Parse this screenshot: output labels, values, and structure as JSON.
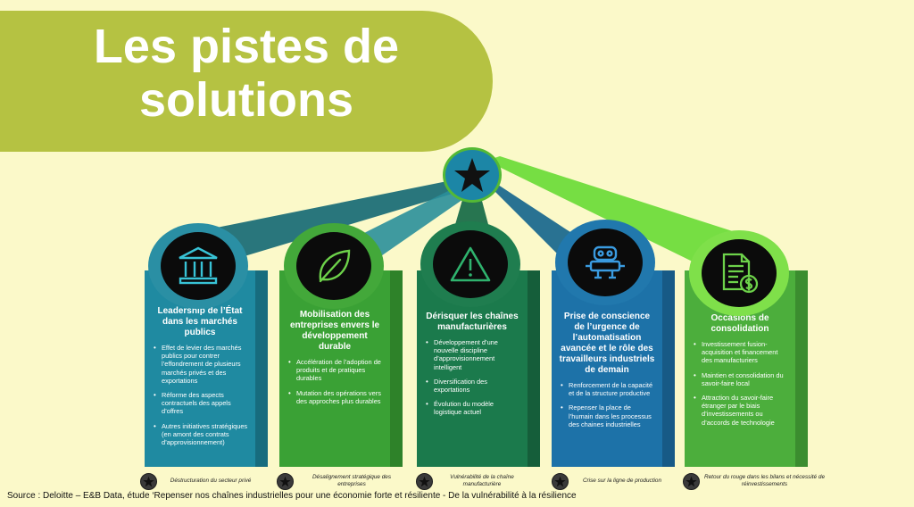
{
  "title": {
    "line1": "Les pistes de",
    "line2": "solutions"
  },
  "colors": {
    "background": "#fbf9c9",
    "banner": "#b5c242",
    "col1": "#1f8aa1",
    "col2": "#3aa135",
    "col3": "#1b7a4c",
    "col4": "#1d72a8",
    "col5": "#4cae3c"
  },
  "columns": [
    {
      "icon": "bank-building-icon",
      "heading": "Leadership de l’État dans les marchés publics",
      "bullets": [
        "Effet de levier des marchés publics pour contrer l’effondrement de plusieurs marchés privés et des exportations",
        "Réforme des aspects contractuels des appels d’offres",
        "Autres initiatives stratégiques (en amont des contrats d’approvisionnement)"
      ],
      "footer": "Déstructuration du secteur privé"
    },
    {
      "icon": "leaf-icon",
      "heading": "Mobilisation des entreprises envers le développement durable",
      "bullets": [
        "Accélération de l’adoption de produits et de pratiques durables",
        "Mutation des opérations vers des approches plus durables"
      ],
      "footer": "Désalignement stratégique des entreprises"
    },
    {
      "icon": "warning-triangle-icon",
      "heading": "Dérisquer les chaînes manufacturières",
      "bullets": [
        "Développement d’une nouvelle discipline d’approvisionnement intelligent",
        "Diversification des exportations",
        "Évolution du modèle logistique actuel"
      ],
      "footer": "Vulnérabilité de la chaîne manufacturière"
    },
    {
      "icon": "robot-icon",
      "heading": "Prise de conscience de l’urgence de l’automatisation avancée et le rôle des travailleurs industriels de demain",
      "bullets": [
        "Renforcement de la capacité et de la structure productive",
        "Repenser la place de l’humain dans les processus des chaines industrielles"
      ],
      "footer": "Crise sur la ligne de production"
    },
    {
      "icon": "document-dollar-icon",
      "heading": "Occasions de consolidation",
      "bullets": [
        "Investissement fusion-acquisition et financement des manufacturiers",
        "Maintien et consolidation du savoir-faire local",
        "Attraction du savoir-faire étranger par le biais d’investissements ou d’accords de technologie"
      ],
      "footer": "Retour du rouge dans les bilans et nécessité de réinvestissements"
    }
  ],
  "source": "Source : Deloitte – E&B Data, étude ‘Repenser nos chaînes industrielles pour une économie forte et résiliente - De la vulnérabilité à la résilience"
}
